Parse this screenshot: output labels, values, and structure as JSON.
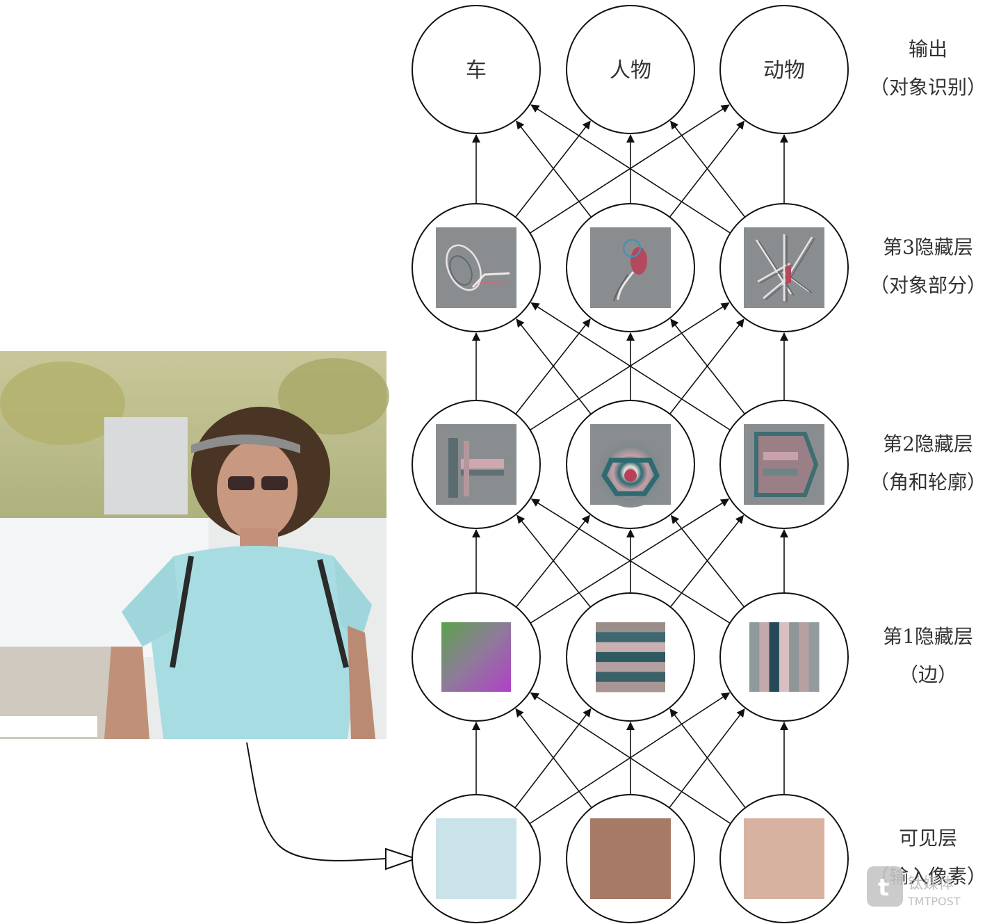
{
  "diagram": {
    "layers": [
      {
        "id": "visible",
        "title": "可见层",
        "subtitle": "（输入像素）",
        "nodes": [
          {
            "kind": "swatch",
            "color": "#c9e3e8"
          },
          {
            "kind": "swatch",
            "color": "#a77a66"
          },
          {
            "kind": "swatch",
            "color": "#d8b2a0"
          }
        ]
      },
      {
        "id": "hidden1",
        "title": "第1隐藏层",
        "subtitle": "（边）",
        "nodes": [
          {
            "kind": "feature",
            "pattern": "gradient-green-magenta"
          },
          {
            "kind": "feature",
            "pattern": "horizontal-stripes"
          },
          {
            "kind": "feature",
            "pattern": "vertical-stripes"
          }
        ]
      },
      {
        "id": "hidden2",
        "title": "第2隐藏层",
        "subtitle": "（角和轮廓）",
        "nodes": [
          {
            "kind": "feature",
            "pattern": "corner-contour"
          },
          {
            "kind": "feature",
            "pattern": "concentric-ring"
          },
          {
            "kind": "feature",
            "pattern": "hexagon-contour"
          }
        ]
      },
      {
        "id": "hidden3",
        "title": "第3隐藏层",
        "subtitle": "（对象部分）",
        "nodes": [
          {
            "kind": "feature",
            "pattern": "object-part-wheel"
          },
          {
            "kind": "feature",
            "pattern": "object-part-figure"
          },
          {
            "kind": "feature",
            "pattern": "object-part-limbs"
          }
        ]
      },
      {
        "id": "output",
        "title": "输出",
        "subtitle": "（对象识别）",
        "nodes": [
          {
            "kind": "label",
            "text": "车"
          },
          {
            "kind": "label",
            "text": "人物"
          },
          {
            "kind": "label",
            "text": "动物"
          }
        ]
      }
    ],
    "input_photo": "photo-of-woman-with-sunglasses",
    "watermark": {
      "brand": "钛媒体",
      "sub": "TMTPOST"
    },
    "colors": {
      "line": "#111111",
      "text": "#333333",
      "feature_bg": "#8a8d8f"
    }
  }
}
